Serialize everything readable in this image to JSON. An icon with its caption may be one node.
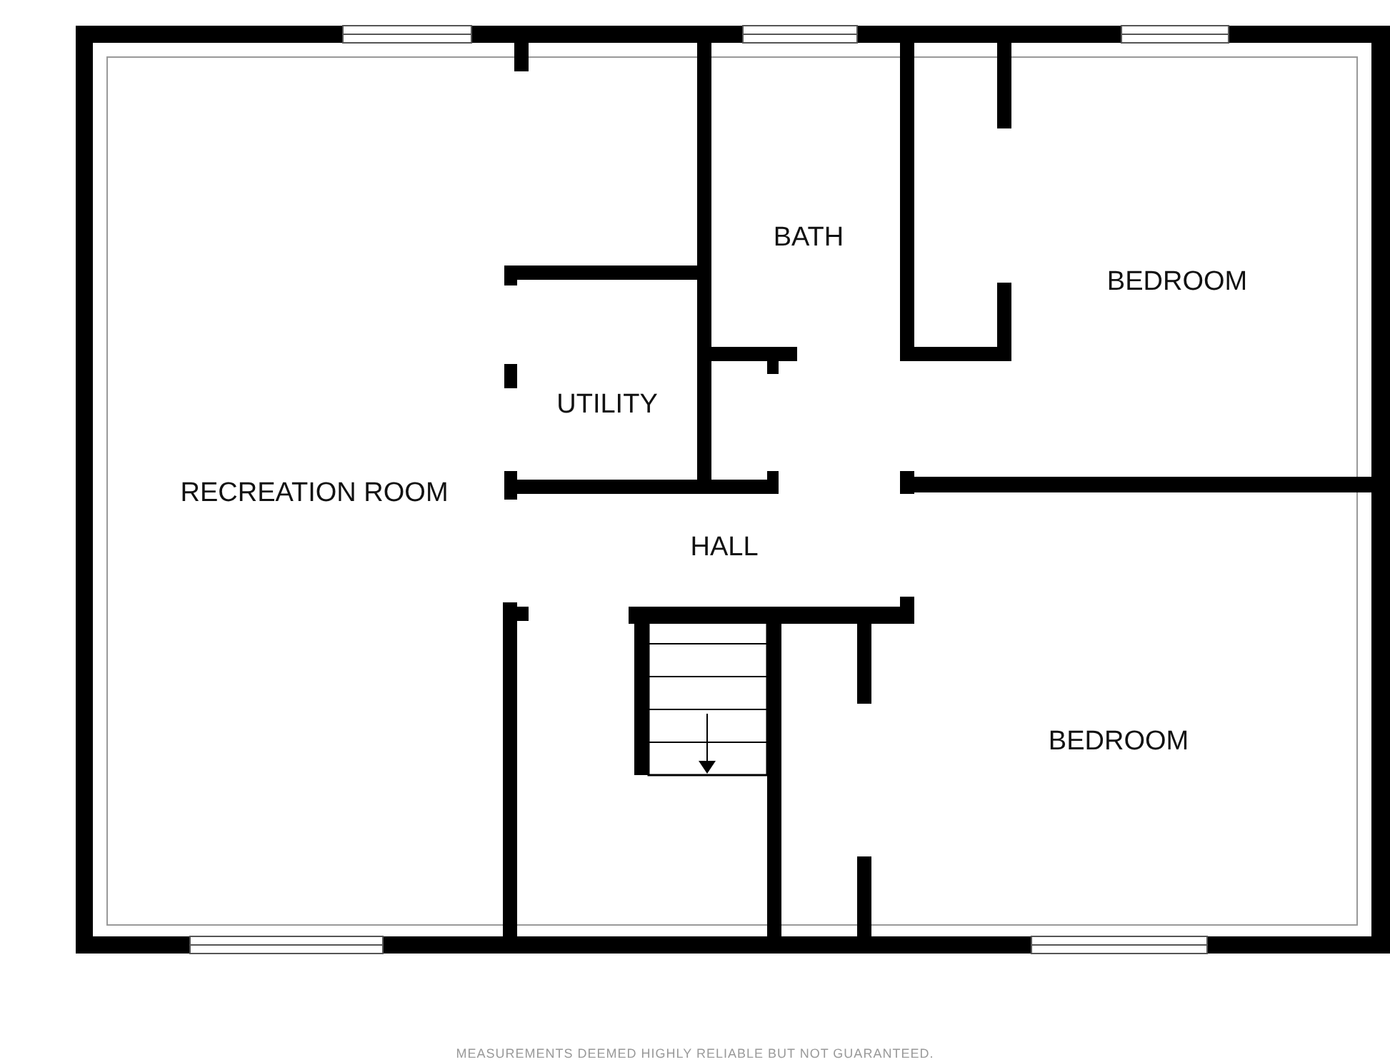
{
  "diagram": {
    "caption": "MEASUREMENTS DEEMED HIGHLY RELIABLE BUT NOT GUARANTEED.",
    "labels": [
      "BATH",
      "BEDROOM",
      "UTILITY",
      "RECREATION ROOM",
      "HALL",
      "BEDROOM"
    ]
  }
}
